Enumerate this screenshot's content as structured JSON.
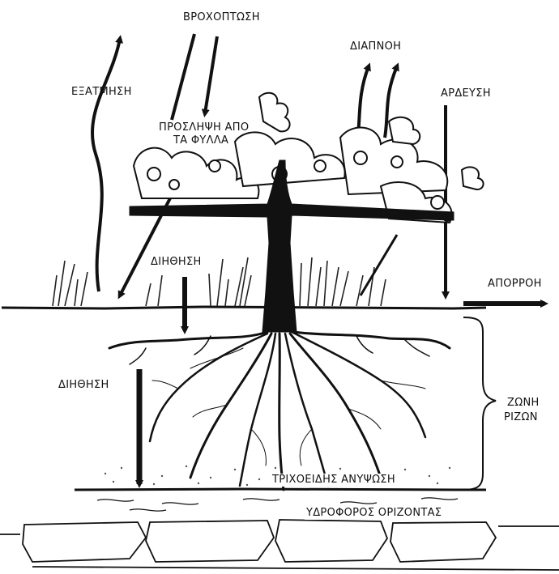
{
  "labels": {
    "precipitation": "ΒΡΟΧΟΠΤΩΣΗ",
    "evaporation": "ΕΞΑΤΜΗΣΗ",
    "transpiration": "ΔΙΑΠΝΟΗ",
    "irrigation": "ΑΡΔΕΥΣΗ",
    "leaf_uptake_line1": "ΠΡΟΣΛΗΨΗ ΑΠΟ",
    "leaf_uptake_line2": "ΤΑ ΦΥΛΛΑ",
    "infiltration_upper": "ΔΙΗΘΗΣΗ",
    "runoff": "ΑΠΟΡΡΟΗ",
    "infiltration_lower": "ΔΙΗΘΗΣΗ",
    "root_zone_line1": "ΖΩΝΗ",
    "root_zone_line2": "ΡΙΖΩΝ",
    "capillary_rise": "ΤΡΙΧΟΕΙΔΗΣ ΑΝΥΨΩΣΗ",
    "water_table": "ΥΔΡΟΦΟΡΟΣ ΟΡΙΖΟΝΤΑΣ"
  },
  "colors": {
    "ink": "#111111",
    "paper": "#ffffff"
  }
}
